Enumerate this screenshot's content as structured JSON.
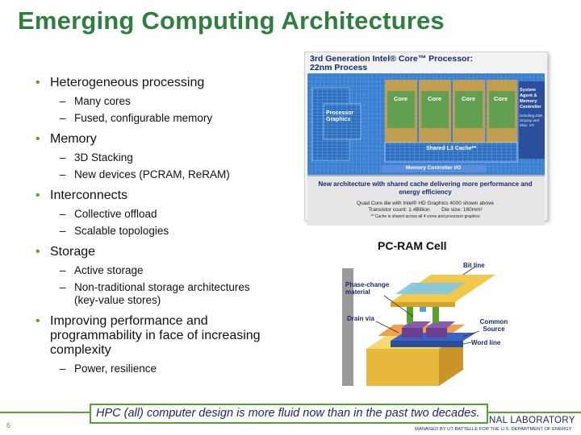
{
  "title": "Emerging Computing Architectures",
  "bullets": [
    {
      "text": "Heterogeneous processing",
      "subs": [
        "Many cores",
        "Fused, configurable memory"
      ]
    },
    {
      "text": "Memory",
      "subs": [
        "3D Stacking",
        "New devices (PCRAM, ReRAM)"
      ]
    },
    {
      "text": "Interconnects",
      "subs": [
        "Collective offload",
        "Scalable topologies"
      ]
    },
    {
      "text": "Storage",
      "subs": [
        "Active storage",
        "Non-traditional storage architectures (key-value stores)"
      ]
    },
    {
      "text": "Improving performance and programmability in face of increasing complexity",
      "subs": [
        "Power, resilience"
      ]
    }
  ],
  "intel_figure": {
    "title": "3rd Generation Intel® Core™ Processor: 22nm Process",
    "labels": {
      "core": "Core",
      "processor_graphics": "Processor Graphics",
      "system_agent": "System Agent & Memory Controller",
      "system_agent_note": "including DMI, Display and Misc. I/O",
      "shared_cache": "Shared L3 Cache**",
      "memory_io": "Memory Controller I/O"
    },
    "caption": "New architecture with shared cache delivering more performance and energy efficiency",
    "detail_line1": "Quad Core die with Intel® HD Graphics 4000 shown above",
    "detail_line2": "Transistor count: 1.4Billion        Die size: 160mm²",
    "footnote": "** Cache is shared across all 4 cores and processor graphics"
  },
  "pcram_figure": {
    "title": "PC-RAM Cell",
    "labels": {
      "bit_line": "Bit line",
      "phase_change": "Phase-change material",
      "drain_via": "Drain via",
      "common_source": "Common Source",
      "word_line": "Word line"
    }
  },
  "callout": "HPC (all) computer design is more fluid now than in the past two decades.",
  "footer": {
    "page_number": "6",
    "lab_name": "NAL LABORATORY",
    "managed_by": "MANAGED BY UT-BATTELLE FOR THE U.S. DEPARTMENT OF ENERGY"
  },
  "colors": {
    "title_green": "#2f7f3e",
    "accent_green": "#5aa02c",
    "navy": "#1a2a6c"
  }
}
